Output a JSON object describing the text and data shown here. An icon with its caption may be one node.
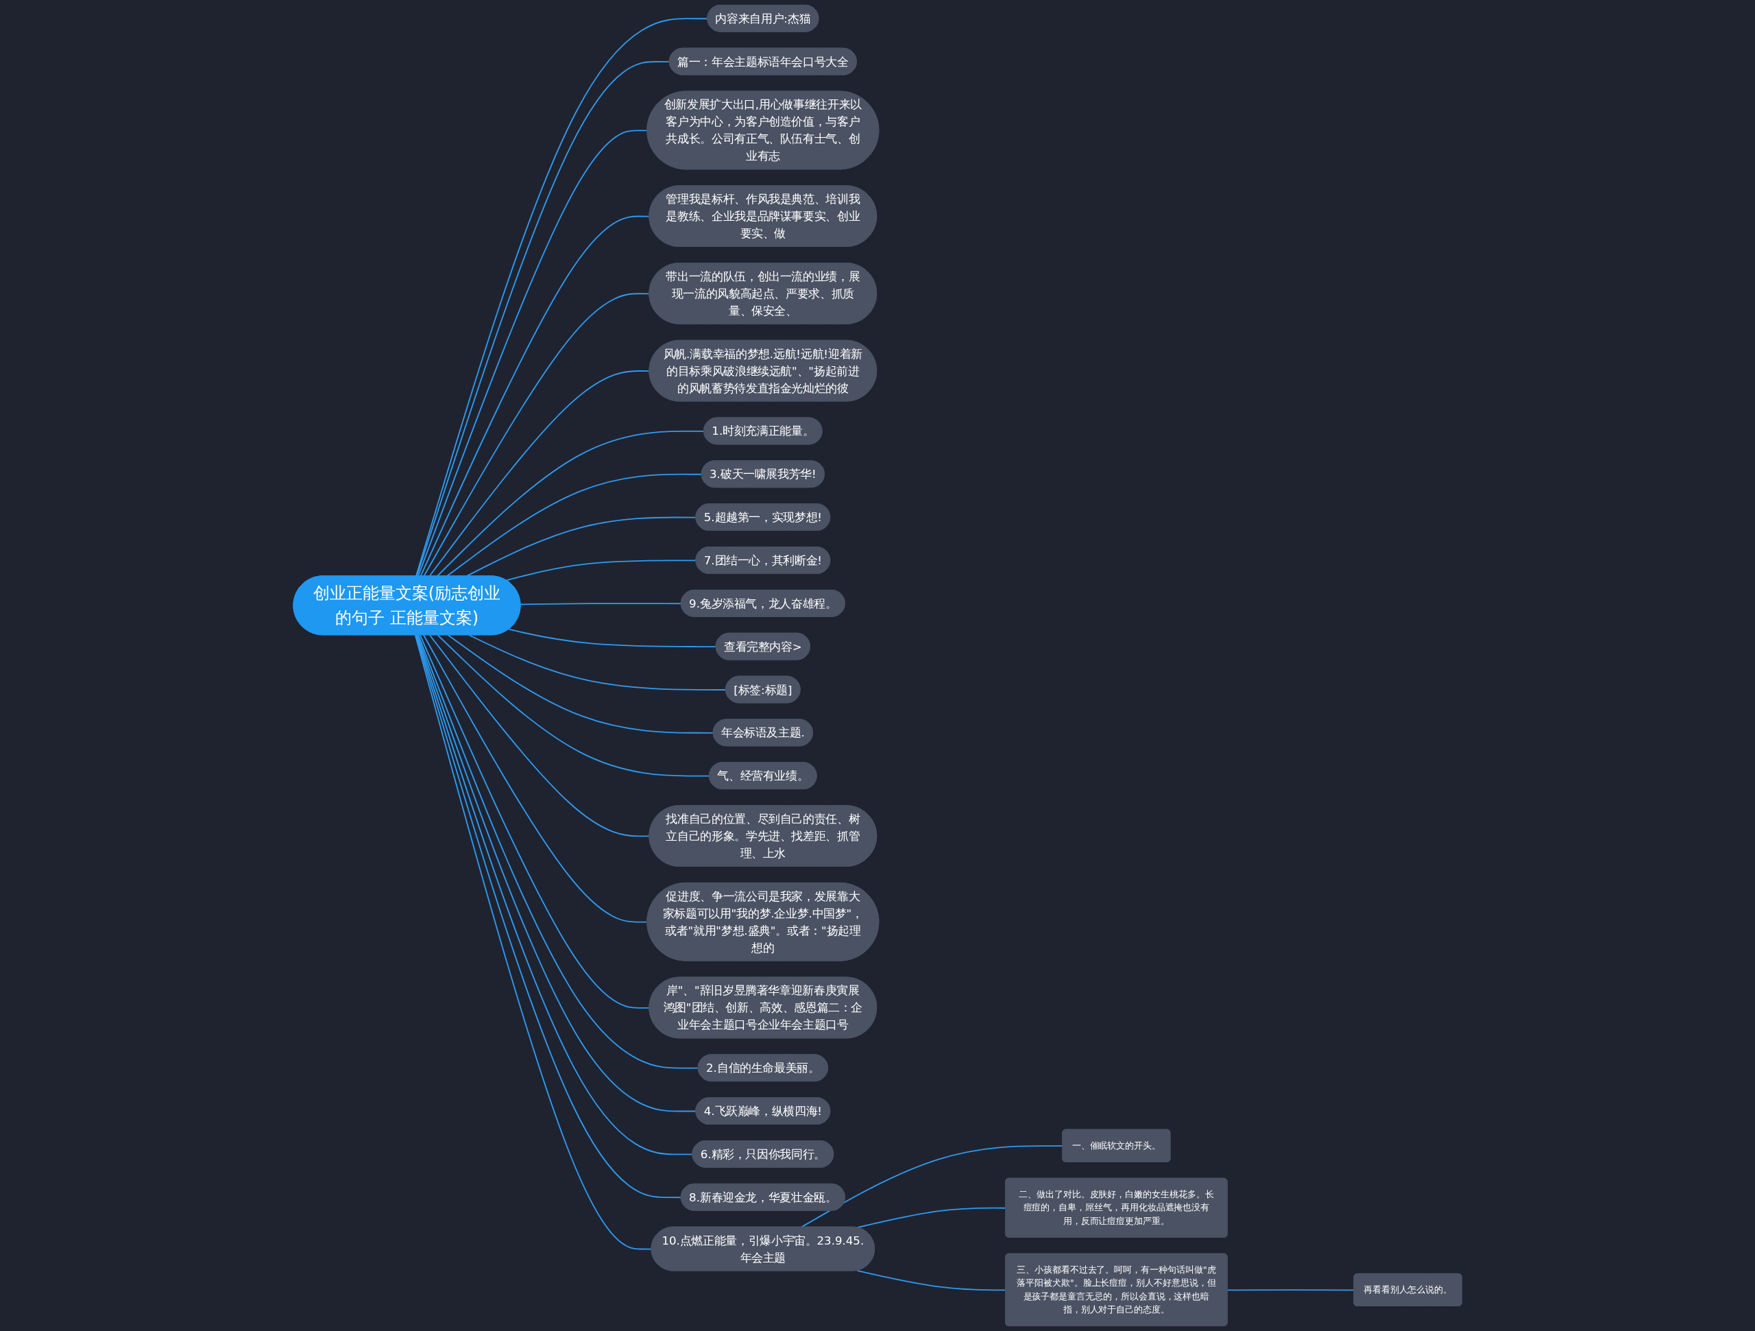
{
  "diagram": {
    "nodes": [
      {
        "text": [
          "创业正能量文案(励志创业的句子 正能量文案)"
        ]
      },
      {
        "text": [
          "内容来自用户:杰猫"
        ]
      },
      {
        "text": [
          "篇一：年会主题标语年会口号大全"
        ]
      },
      {
        "text": [
          "创新发展扩大出口,用心做事继往开来以客户为中心，为客户创造价值，与客户共成长。公司有正气、队伍有士气、创业有志"
        ]
      },
      {
        "text": [
          "管理我是标杆、作风我是典范、培训我是教练、企业我是品牌谋事要实、创业要实、做"
        ]
      },
      {
        "text": [
          "带出一流的队伍，创出一流的业绩，展现一流的风貌高起点、严要求、抓质量、保安全、"
        ]
      },
      {
        "text": [
          "风帆.满载幸福的梦想.远航!远航!迎着新的目标乘风破浪继续远航\"、\"扬起前进的风帆蓄势待发直指金光灿烂的彼"
        ]
      },
      {
        "text": [
          "1.时刻充满正能量。"
        ]
      },
      {
        "text": [
          "3.破天一啸展我芳华!"
        ]
      },
      {
        "text": [
          "5.超越第一，实现梦想!"
        ]
      },
      {
        "text": [
          "7.团结一心，其利断金!"
        ]
      },
      {
        "text": [
          "9.兔岁添福气，龙人奋雄程。"
        ]
      },
      {
        "text": [
          "查看完整内容>"
        ]
      },
      {
        "text": [
          "[标签:标题]"
        ]
      },
      {
        "text": [
          "年会标语及主题."
        ]
      },
      {
        "text": [
          "气、经营有业绩。"
        ]
      },
      {
        "text": [
          "找准自己的位置、尽到自己的责任、树立自己的形象。学先进、找差距、抓管理、上水"
        ]
      },
      {
        "text": [
          "促进度、争一流公司是我家，发展靠大家标题可以用\"我的梦.企业梦.中国梦\"，或者\"就用\"梦想.盛典\"。或者：\"扬起理想的"
        ]
      },
      {
        "text": [
          "岸\"、\"辞旧岁昱腾著华章迎新春庚寅展鸿图\"团结、创新、高效、感恩篇二：企业年会主题口号企业年会主题口号"
        ]
      },
      {
        "text": [
          "2.自信的生命最美丽。"
        ]
      },
      {
        "text": [
          "4.飞跃巅峰，纵横四海!"
        ]
      },
      {
        "text": [
          "6.精彩，只因你我同行。"
        ]
      },
      {
        "text": [
          "8.新春迎金龙，华夏壮金瓯。"
        ]
      },
      {
        "text": [
          "10.点燃正能量，引爆小宇宙。23.9.45.年会主题"
        ]
      },
      {
        "text": [
          "一、催眠软文的开头。"
        ]
      },
      {
        "text": [
          "二、做出了对比。皮肤好，白嫩的女生桃花多。长痘痘的，自卑，屌丝气，再用化妆品遮掩也没有用，反而让痘痘更加严重。"
        ]
      },
      {
        "text": [
          "三、小孩都看不过去了。呵呵，有一种句话叫做\"虎落平阳被犬欺\"。脸上长痘痘，别人不好意思说，但是孩子都是童言无忌的，所以会直说，这样也暗指，别人对于自己的态度。"
        ]
      },
      {
        "text": [
          "再看看别人怎么说的。"
        ]
      }
    ],
    "edges": [
      {
        "from": 0,
        "to": 1,
        "arrow": "none"
      },
      {
        "from": 0,
        "to": 2,
        "arrow": "none"
      },
      {
        "from": 0,
        "to": 3,
        "arrow": "none"
      },
      {
        "from": 0,
        "to": 4,
        "arrow": "none"
      },
      {
        "from": 0,
        "to": 5,
        "arrow": "none"
      },
      {
        "from": 0,
        "to": 6,
        "arrow": "none"
      },
      {
        "from": 0,
        "to": 7,
        "arrow": "none"
      },
      {
        "from": 0,
        "to": 8,
        "arrow": "none"
      },
      {
        "from": 0,
        "to": 9,
        "arrow": "none"
      },
      {
        "from": 0,
        "to": 10,
        "arrow": "none"
      },
      {
        "from": 0,
        "to": 11,
        "arrow": "none"
      },
      {
        "from": 0,
        "to": 12,
        "arrow": "none"
      },
      {
        "from": 0,
        "to": 13,
        "arrow": "none"
      },
      {
        "from": 0,
        "to": 14,
        "arrow": "none"
      },
      {
        "from": 0,
        "to": 15,
        "arrow": "none"
      },
      {
        "from": 0,
        "to": 16,
        "arrow": "none"
      },
      {
        "from": 0,
        "to": 17,
        "arrow": "none"
      },
      {
        "from": 0,
        "to": 18,
        "arrow": "none"
      },
      {
        "from": 0,
        "to": 19,
        "arrow": "none"
      },
      {
        "from": 0,
        "to": 20,
        "arrow": "none"
      },
      {
        "from": 0,
        "to": 21,
        "arrow": "none"
      },
      {
        "from": 0,
        "to": 22,
        "arrow": "none"
      },
      {
        "from": 0,
        "to": 23,
        "arrow": "none"
      },
      {
        "from": 23,
        "to": 24,
        "arrow": "none"
      },
      {
        "from": 23,
        "to": 25,
        "arrow": "none"
      },
      {
        "from": 23,
        "to": 26,
        "arrow": "none"
      },
      {
        "from": 26,
        "to": 27,
        "arrow": "none"
      }
    ]
  }
}
